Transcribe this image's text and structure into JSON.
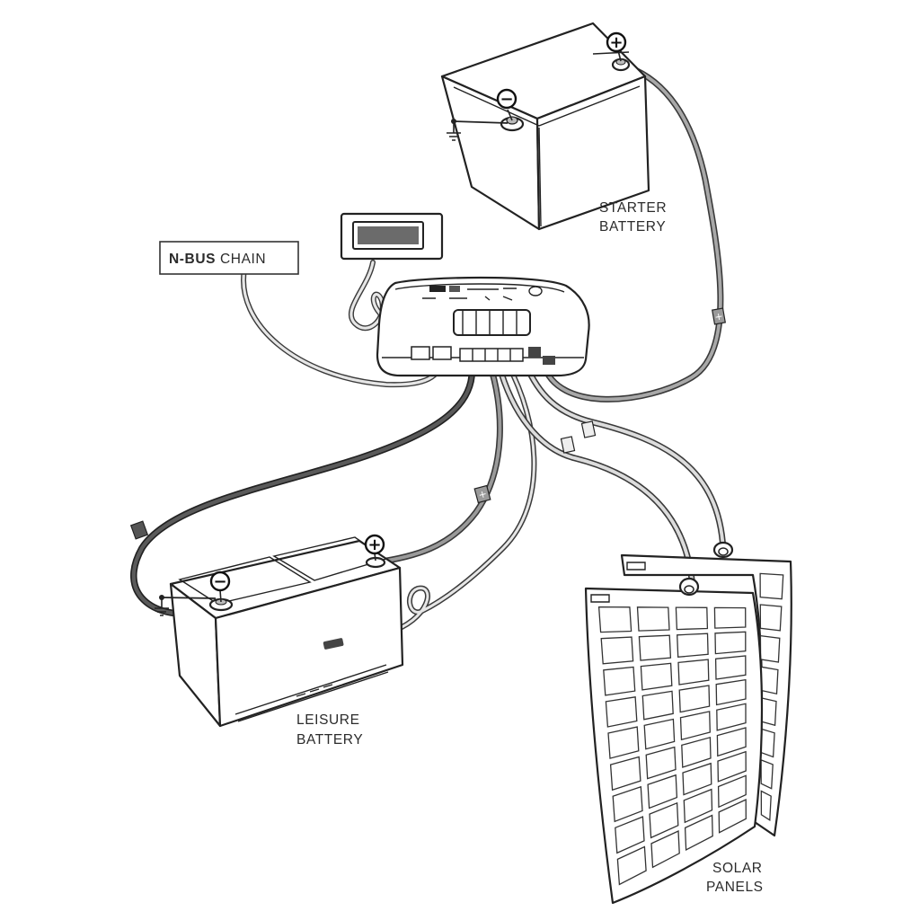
{
  "labels": {
    "nbus_bold": "N-BUS",
    "nbus_rest": " CHAIN",
    "starter_line1": "STARTER",
    "starter_line2": "BATTERY",
    "leisure_line1": "LEISURE",
    "leisure_line2": "BATTERY",
    "solar_line1": "SOLAR",
    "solar_line2": "PANELS"
  },
  "symbols": {
    "plus": "+",
    "minus": "−"
  },
  "colors": {
    "outline": "#222222",
    "cable_dark": "#444444",
    "cable_grey": "#8a8a8a",
    "cable_light": "#cfcfcf",
    "background": "#ffffff"
  }
}
